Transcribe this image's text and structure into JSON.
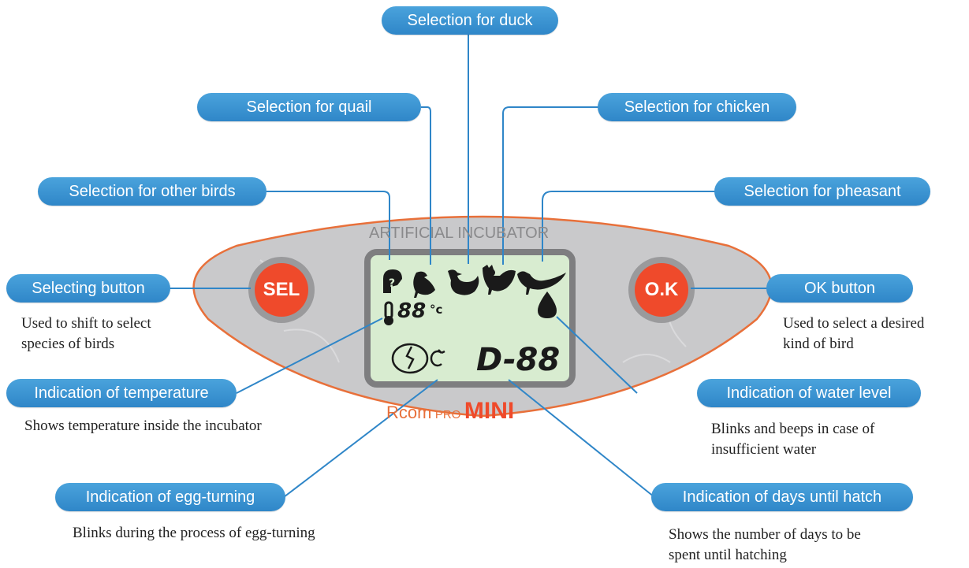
{
  "device": {
    "panel_title": "ARTIFICIAL INCUBATOR",
    "brand": {
      "part1": "Rcom",
      "part2": "PRO",
      "part3": "MINI"
    },
    "sel_label": "SEL",
    "ok_label": "O.K",
    "lcd": {
      "temp_digits": "88",
      "temp_unit": "°c",
      "day_readout": "D-88"
    }
  },
  "callouts": {
    "duck": "Selection for duck",
    "quail": "Selection for quail",
    "chicken": "Selection for chicken",
    "other_birds": "Selection for other birds",
    "pheasant": "Selection for pheasant",
    "selecting_button": "Selecting button",
    "ok_button": "OK button",
    "temperature": "Indication of temperature",
    "water_level": "Indication of water level",
    "egg_turning": "Indication of egg-turning",
    "days_until_hatch": "Indication of days until hatch"
  },
  "descriptions": {
    "selecting_button": [
      "Used to shift to select",
      "species of birds"
    ],
    "ok_button": [
      "Used to select a desired",
      "kind of bird"
    ],
    "temperature": [
      "Shows temperature inside the incubator"
    ],
    "water_level": [
      "Blinks and beeps in case of",
      "insufficient water"
    ],
    "egg_turning": [
      "Blinks during the process of egg-turning"
    ],
    "days_until_hatch": [
      "Shows the number of days to be",
      "spent until hatching"
    ]
  },
  "colors": {
    "callout_blue": "#2f86c8",
    "button_red": "#ef4a2b",
    "panel_gray": "#c9c9cb",
    "lcd_green": "#d8ecd0",
    "outline_orange": "#e8703a"
  }
}
